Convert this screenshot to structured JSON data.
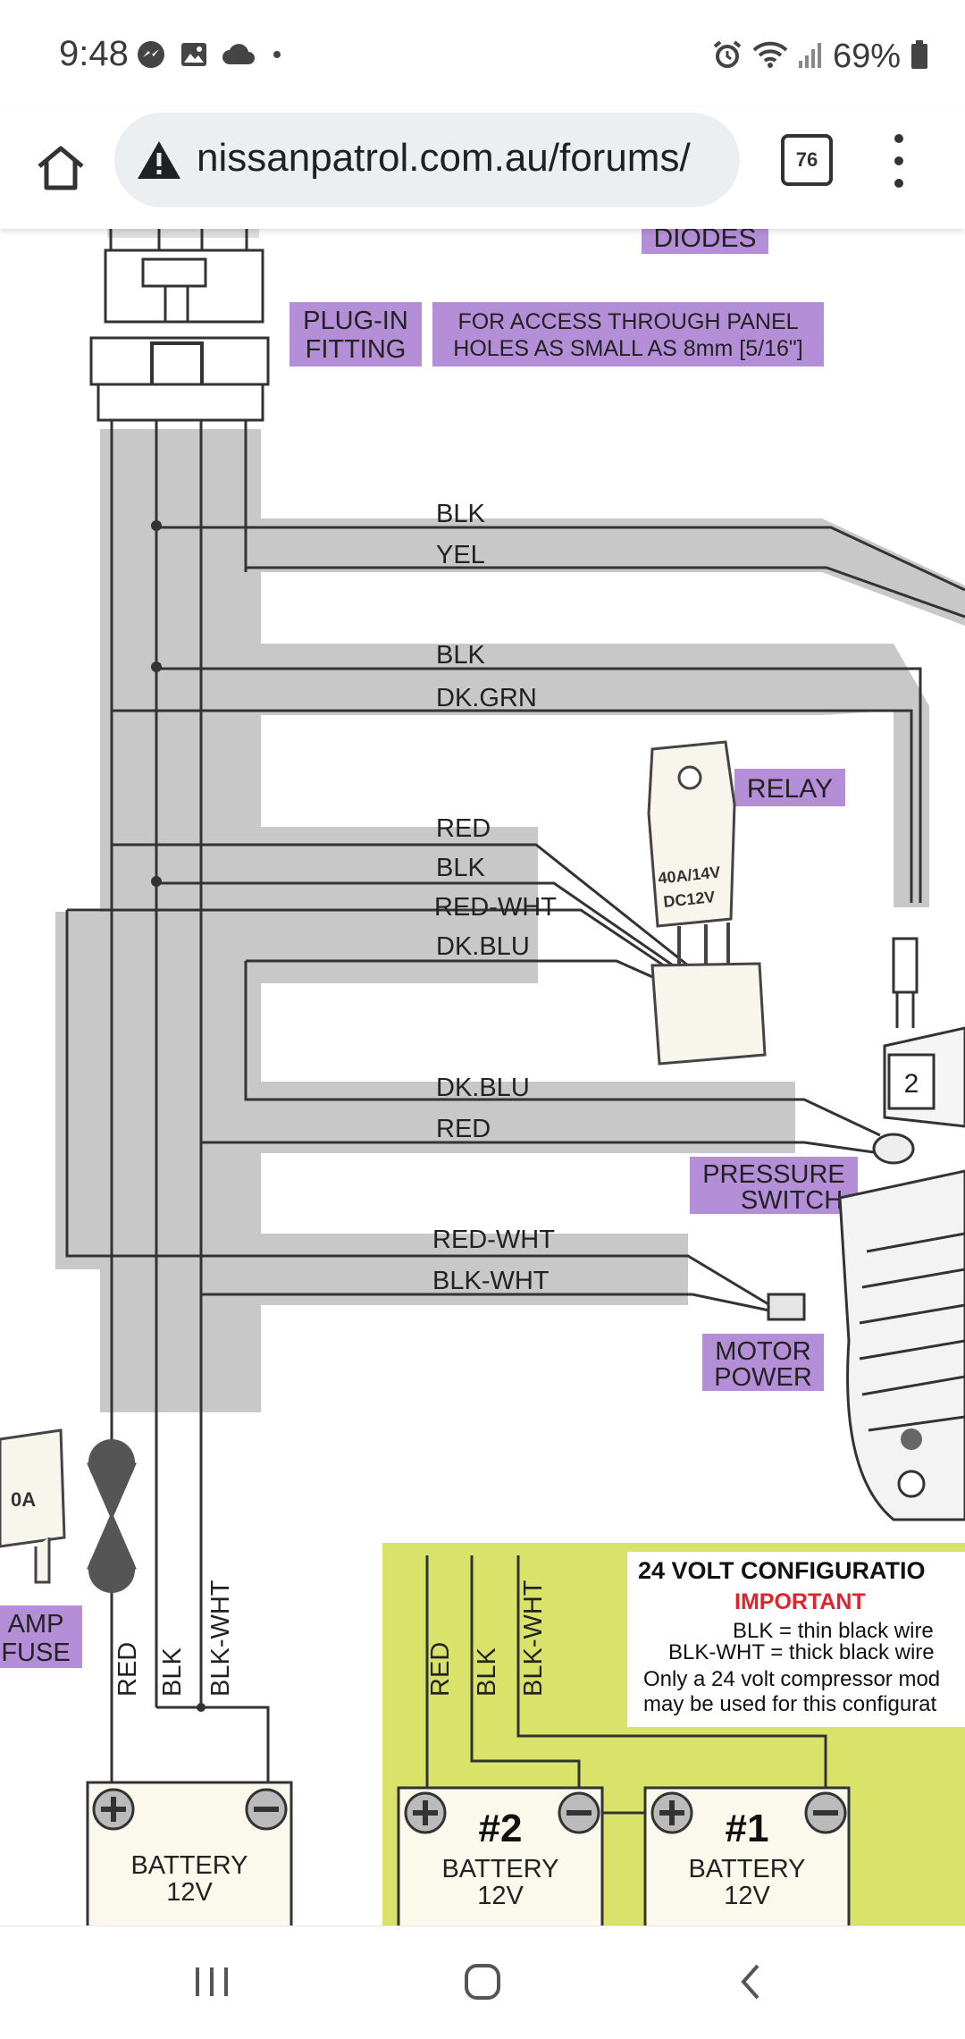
{
  "status_bar": {
    "time": "9:48",
    "battery_percent": "69%",
    "icons_left": [
      "messenger-icon",
      "gallery-icon",
      "cloud-icon",
      "dot-icon"
    ],
    "icons_right": [
      "alarm-icon",
      "wifi-icon",
      "signal-icon",
      "battery-icon"
    ]
  },
  "browser": {
    "url": "nissanpatrol.com.au/forums/",
    "tab_count": "76",
    "security_icon": "warning-icon"
  },
  "diagram": {
    "labels": {
      "diodes": "DIODES",
      "plug_in_1": "PLUG-IN",
      "plug_in_2": "FITTING",
      "access_1": "FOR ACCESS THROUGH PANEL",
      "access_2": "HOLES AS SMALL AS 8mm [5/16\"]",
      "relay": "RELAY",
      "relay_spec_1": "40A/14V",
      "relay_spec_2": "DC12V",
      "pressure_1": "PRESSURE",
      "pressure_2": "SWITCH",
      "motor_1": "MOTOR",
      "motor_2": "POWER",
      "fuse_amp": "0A",
      "fuse_1": "AMP",
      "fuse_2": "FUSE",
      "conn_num": "2"
    },
    "wire_labels": {
      "w1": "BLK",
      "w2": "YEL",
      "w3": "BLK",
      "w4": "DK.GRN",
      "w5": "RED",
      "w6": "BLK",
      "w7": "RED-WHT",
      "w8": "DK.BLU",
      "w9": "DK.BLU",
      "w10": "RED",
      "w11": "RED-WHT",
      "w12": "BLK-WHT"
    },
    "vertical_labels": {
      "v1": "RED",
      "v2": "BLK",
      "v3": "BLK-WHT",
      "v4": "RED",
      "v5": "BLK",
      "v6": "BLK-WHT"
    },
    "batteries": {
      "b1_num": "",
      "b1_name": "BATTERY",
      "b1_volt": "12V",
      "b2_num": "#2",
      "b2_name": "BATTERY",
      "b2_volt": "12V",
      "b3_num": "#1",
      "b3_name": "BATTERY",
      "b3_volt": "12V"
    },
    "config": {
      "title": "24 VOLT CONFIGURATIO",
      "important": "IMPORTANT",
      "line1": "BLK = thin black wire",
      "line2": "BLK-WHT = thick black wire",
      "line3": "Only a 24 volt compressor mod",
      "line4": "may be used for this configurat"
    },
    "colors": {
      "label_bg": "#b48fd8",
      "wire_gray": "#c8c8c8",
      "panel_green": "#d9e36a",
      "important_red": "#e0242c"
    }
  },
  "nav_bar": {
    "buttons": [
      "recents-icon",
      "home-icon",
      "back-icon"
    ]
  }
}
